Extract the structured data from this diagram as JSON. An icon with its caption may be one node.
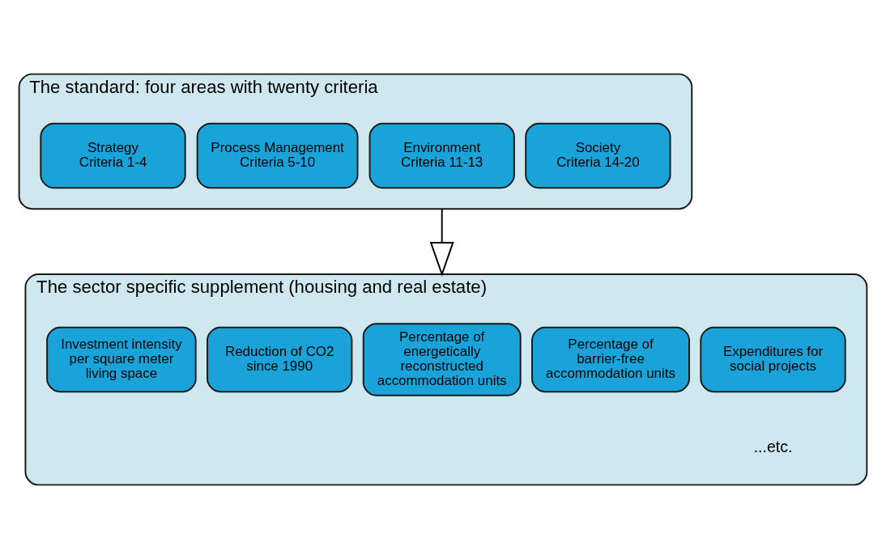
{
  "diagram": {
    "nodes": [
      {
        "text": [
          "The standard: four areas with twenty criteria"
        ]
      },
      {
        "text": [
          "Strategy",
          "Criteria 1-4"
        ],
        "in": 0
      },
      {
        "text": [
          "Process Management",
          "Criteria 5-10"
        ],
        "in": 0
      },
      {
        "text": [
          "Environment",
          "Criteria 11-13"
        ],
        "in": 0
      },
      {
        "text": [
          "Society",
          "Criteria 14-20"
        ],
        "in": 0
      },
      {
        "text": [
          "The sector specific supplement (housing and real estate)"
        ]
      },
      {
        "text": [
          "Investment intensity per square meter living space"
        ],
        "in": 5
      },
      {
        "text": [
          "Reduction of CO2 since 1990"
        ],
        "in": 5
      },
      {
        "text": [
          "Percentage of energetically reconstructed accommodation units"
        ],
        "in": 5
      },
      {
        "text": [
          "Percentage of barrier-free accommodation units"
        ],
        "in": 5
      },
      {
        "text": [
          "Expenditures for social projects"
        ],
        "in": 5
      }
    ],
    "edges": [
      {
        "from": 0,
        "to": 5,
        "arrow": "to"
      }
    ],
    "labels": [
      "...etc."
    ]
  }
}
